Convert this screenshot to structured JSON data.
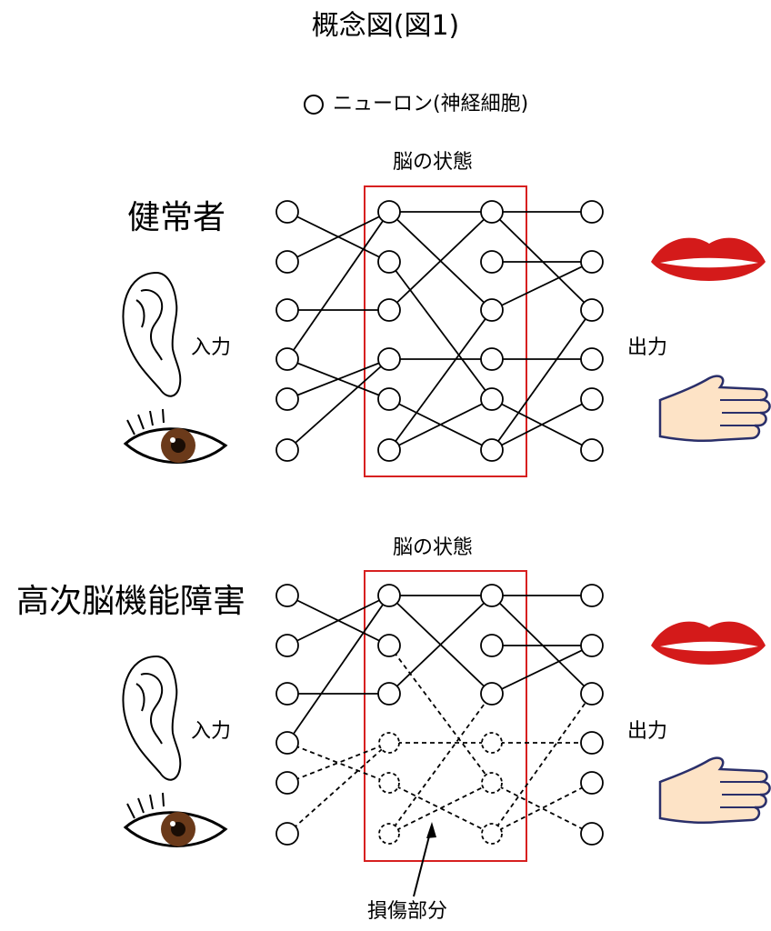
{
  "title": "概念図(図1)",
  "legend": {
    "label": "ニューロン(神経細胞)"
  },
  "sections": [
    {
      "title": "健常者",
      "brain_label": "脳の状態",
      "input_label": "入力",
      "output_label": "出力"
    },
    {
      "title": "高次脳機能障害",
      "brain_label": "脳の状態",
      "input_label": "入力",
      "output_label": "出力"
    }
  ],
  "damage_label": "損傷部分",
  "colors": {
    "brain_box": "#d72020",
    "lips": "#d41a1a",
    "hand": "#fde3c6",
    "iris": "#6b3a1a"
  },
  "icons": [
    "ear-icon",
    "eye-icon",
    "lips-icon",
    "hand-icon"
  ]
}
